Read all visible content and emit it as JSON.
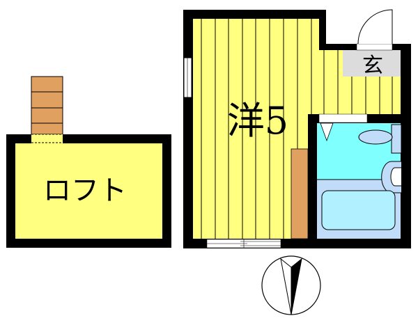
{
  "floor_plan": {
    "loft": {
      "label": "ロフト"
    },
    "western_room": {
      "label": "洋5"
    },
    "entrance": {
      "label": "玄"
    },
    "colors": {
      "wall": "#000000",
      "room_floor": "#ffff80",
      "stairs_closet": "#e0a060",
      "entrance_floor": "#dcdcdc",
      "bath_upper": "#80ffff",
      "bath_lower": "#c0dcf8",
      "tub": "#b0f0ff"
    },
    "icons": [
      "compass-north-icon",
      "door-swing-icon",
      "toilet-icon",
      "sink-icon",
      "bathtub-icon"
    ]
  }
}
